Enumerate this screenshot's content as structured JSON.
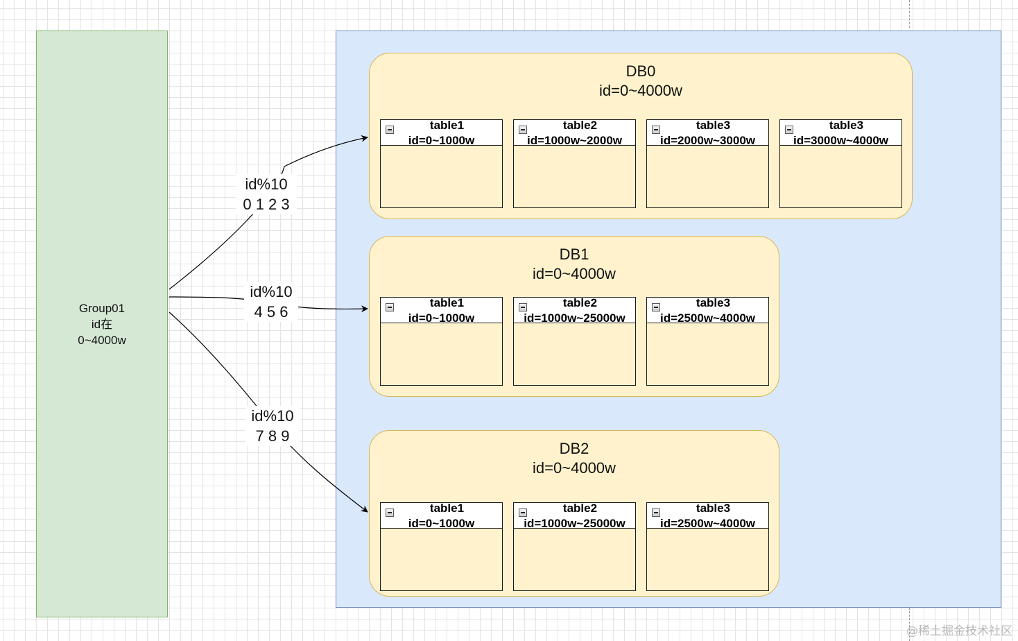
{
  "group": {
    "line1": "Group01",
    "line2": "id在",
    "line3": "0~4000w"
  },
  "databases": [
    {
      "name": "DB0",
      "range": "id=0~4000w",
      "tables": [
        {
          "name": "table1",
          "range": "id=0~1000w"
        },
        {
          "name": "table2",
          "range": "id=1000w~2000w"
        },
        {
          "name": "table3",
          "range": "id=2000w~3000w"
        },
        {
          "name": "table3",
          "range": "id=3000w~4000w"
        }
      ]
    },
    {
      "name": "DB1",
      "range": "id=0~4000w",
      "tables": [
        {
          "name": "table1",
          "range": "id=0~1000w"
        },
        {
          "name": "table2",
          "range": "id=1000w~25000w"
        },
        {
          "name": "table3",
          "range": "id=2500w~4000w"
        }
      ]
    },
    {
      "name": "DB2",
      "range": "id=0~4000w",
      "tables": [
        {
          "name": "table1",
          "range": "id=0~1000w"
        },
        {
          "name": "table2",
          "range": "id=1000w~25000w"
        },
        {
          "name": "table3",
          "range": "id=2500w~4000w"
        }
      ]
    }
  ],
  "edges": [
    {
      "line1": "id%10",
      "line2": "0 1 2 3"
    },
    {
      "line1": "id%10",
      "line2": "4 5 6"
    },
    {
      "line1": "id%10",
      "line2": "7 8 9"
    }
  ],
  "watermark": "@稀土掘金技术社区",
  "colors": {
    "group_fill": "#d5e8d4",
    "container_fill": "#dae8fc",
    "db_fill": "#fff2cc",
    "edge": "#000000"
  }
}
